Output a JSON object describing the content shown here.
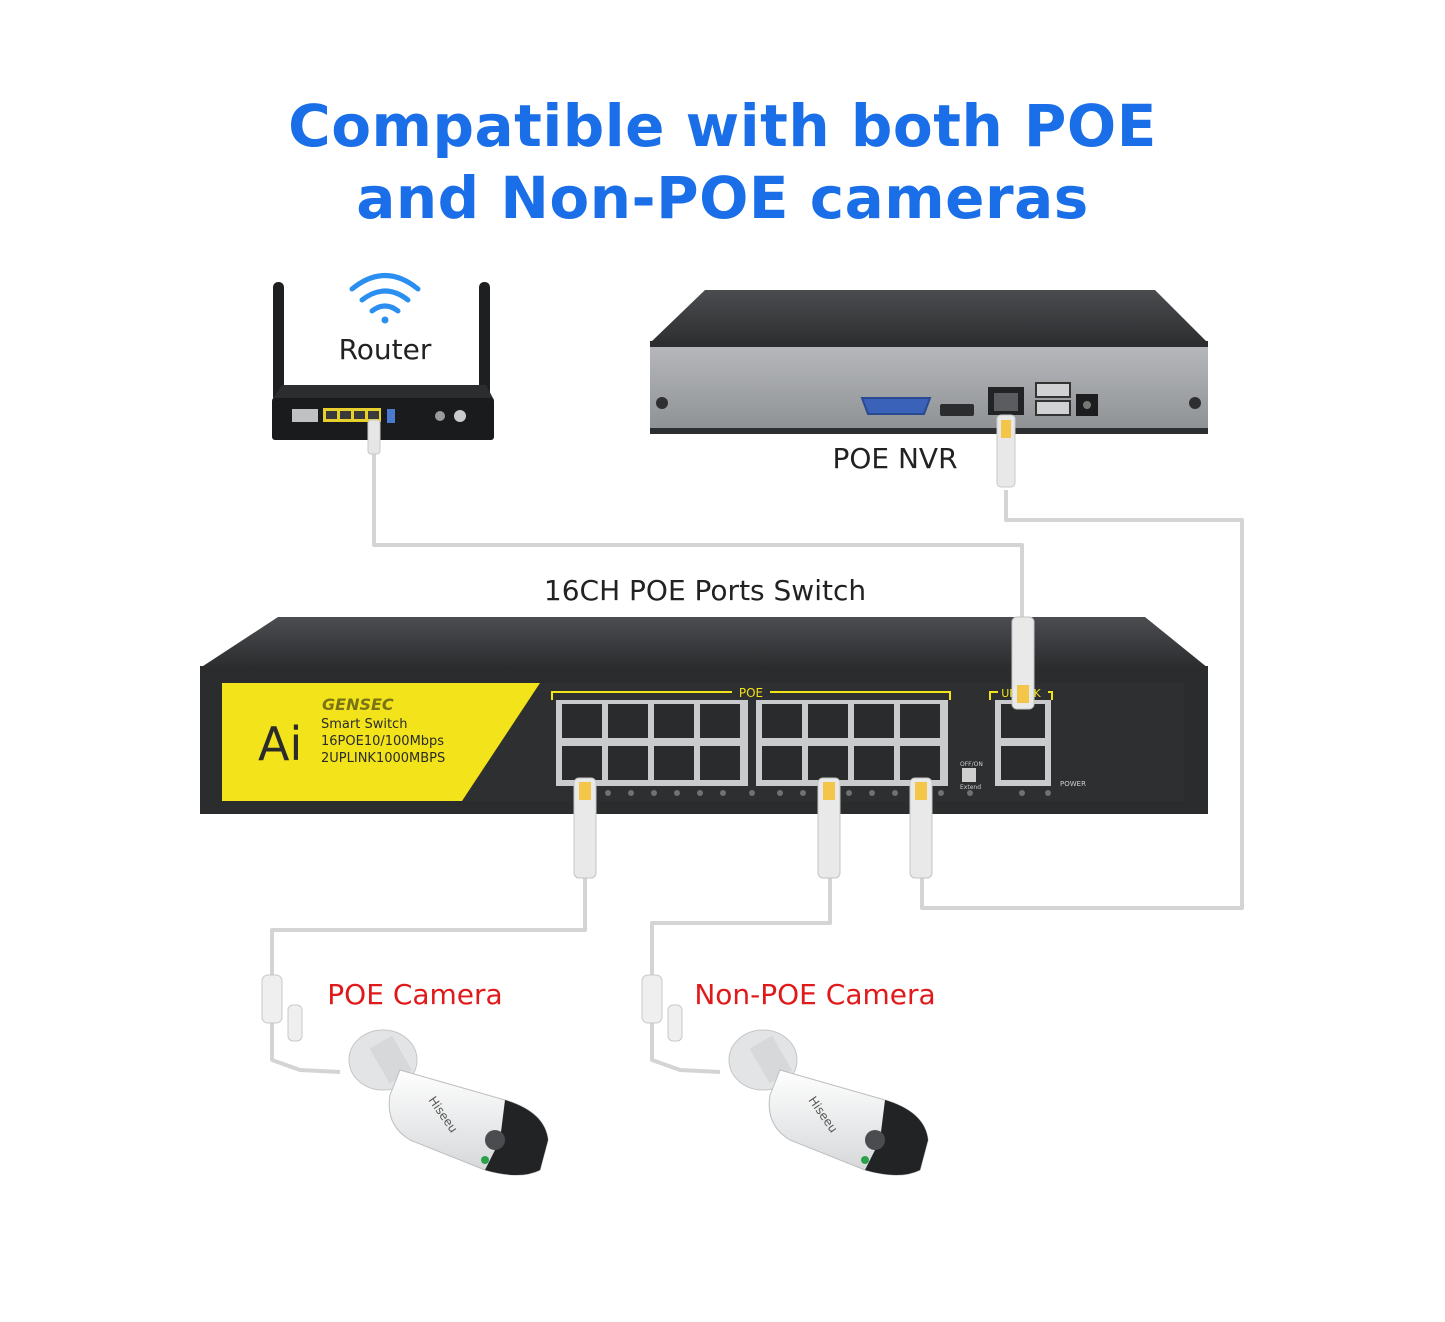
{
  "header": {
    "title_line1": "Compatible with both POE",
    "title_line2": "and Non-POE cameras"
  },
  "devices": {
    "router": "Router",
    "nvr": "POE NVR",
    "switch": "16CH POE Ports Switch",
    "poe_camera": "POE Camera",
    "non_poe_camera": "Non-POE Camera"
  },
  "switch_panel": {
    "brand": "GENSEC",
    "logo": "Ai",
    "model_line1": "Smart Switch",
    "model_line2": "16POE10/100Mbps",
    "model_line3": "2UPLINK1000MBPS",
    "poe_group_label": "POE",
    "uplink_group_label": "UPLINK",
    "dip_label_top": "OFF/ON",
    "dip_label_bottom": "Extend",
    "power_label": "POWER"
  },
  "camera_brand": "Hiseeu",
  "colors": {
    "title": "#1a6fe8",
    "camera_label": "#e01a1a",
    "device_label": "#222222",
    "switch_panel": "#f2e31b",
    "device_body": "#3a3b3d",
    "cable": "#d9d9d9",
    "wifi": "#2a8ff0"
  }
}
